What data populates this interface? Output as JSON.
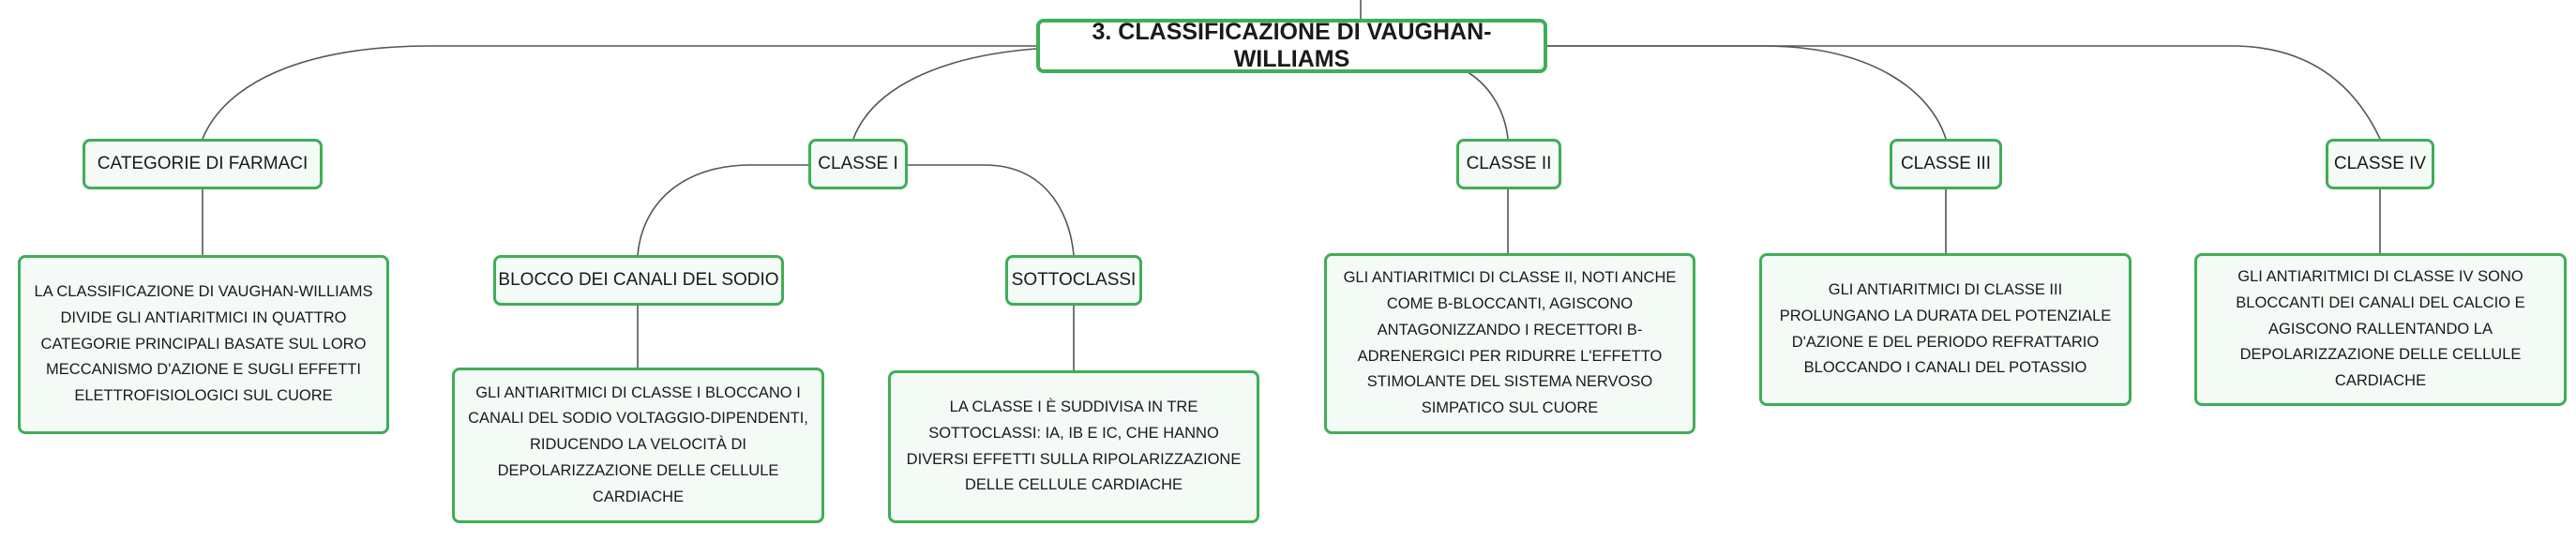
{
  "root": "3. CLASSIFICAZIONE DI VAUGHAN-WILLIAMS",
  "categorie": {
    "title": "CATEGORIE DI FARMACI",
    "text": "LA CLASSIFICAZIONE DI VAUGHAN-WILLIAMS DIVIDE GLI ANTIARITMICI IN QUATTRO CATEGORIE PRINCIPALI BASATE SUL LORO MECCANISMO D'AZIONE E SUGLI EFFETTI ELETTROFISIOLOGICI SUL CUORE"
  },
  "classe1": {
    "title": "CLASSE I",
    "blocco": {
      "title": "BLOCCO DEI CANALI DEL SODIO",
      "text": "GLI ANTIARITMICI DI CLASSE I BLOCCANO I CANALI DEL SODIO VOLTAGGIO-DIPENDENTI, RIDUCENDO LA VELOCITÀ DI DEPOLARIZZAZIONE DELLE CELLULE CARDIACHE"
    },
    "sottoclassi": {
      "title": "SOTTOCLASSI",
      "text": "LA CLASSE I È SUDDIVISA IN TRE SOTTOCLASSI: IA, IB E IC, CHE HANNO DIVERSI EFFETTI SULLA RIPOLARIZZAZIONE DELLE CELLULE CARDIACHE"
    }
  },
  "classe2": {
    "title": "CLASSE II",
    "text": "GLI ANTIARITMICI DI CLASSE II, NOTI ANCHE COME Β-BLOCCANTI, AGISCONO ANTAGONIZZANDO I RECETTORI Β-ADRENERGICI PER RIDURRE L'EFFETTO STIMOLANTE DEL SISTEMA NERVOSO SIMPATICO SUL CUORE"
  },
  "classe3": {
    "title": "CLASSE III",
    "text": "GLI ANTIARITMICI DI CLASSE III PROLUNGANO LA DURATA DEL POTENZIALE D'AZIONE E DEL PERIODO REFRATTARIO BLOCCANDO I CANALI DEL POTASSIO"
  },
  "classe4": {
    "title": "CLASSE IV",
    "text": "GLI ANTIARITMICI DI CLASSE IV SONO BLOCCANTI DEI CANALI DEL CALCIO E AGISCONO RALLENTANDO LA DEPOLARIZZAZIONE DELLE CELLULE CARDIACHE"
  }
}
